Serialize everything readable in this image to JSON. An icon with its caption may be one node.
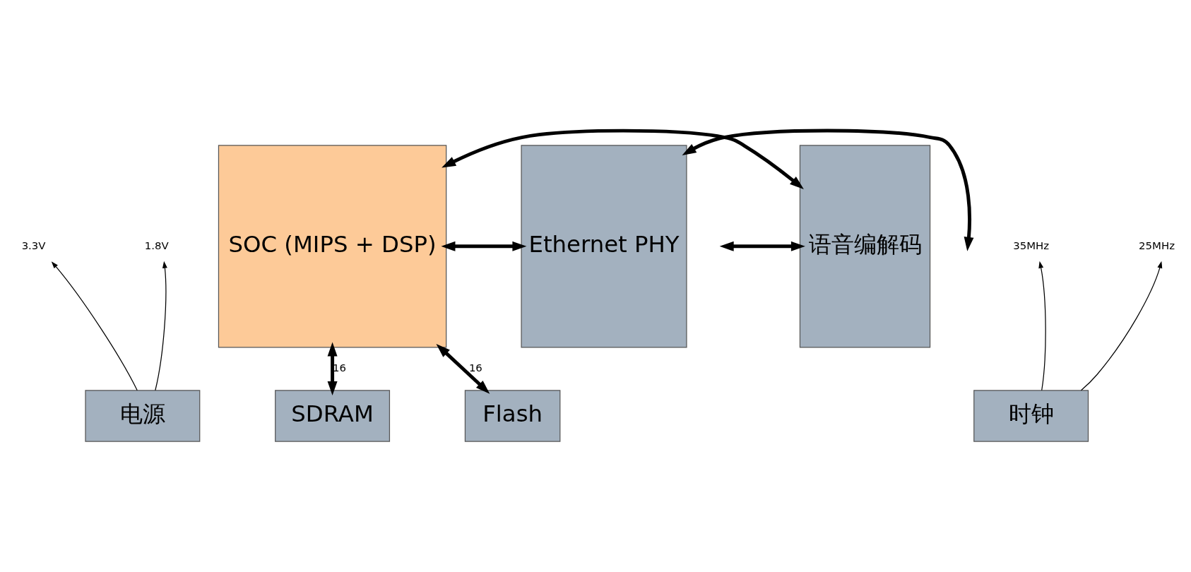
{
  "diagram": {
    "nodes": [
      {
        "text": [
          "语音编解码"
        ]
      },
      {
        "text": [
          "SOC (MIPS + DSP)"
        ]
      },
      {
        "text": [
          "Ethernet PHY"
        ]
      },
      {
        "text": [
          "电源"
        ]
      },
      {
        "text": [
          "SDRAM"
        ]
      },
      {
        "text": [
          "Flash"
        ]
      },
      {
        "text": [
          "时钟"
        ]
      },
      {
        "text": [
          "3.3V"
        ]
      },
      {
        "text": [
          "1.8V"
        ]
      },
      {
        "text": [
          "35MHz"
        ]
      },
      {
        "text": [
          "25MHz"
        ]
      }
    ],
    "edges": [
      {
        "from": null,
        "to": 0,
        "arrow": "both"
      },
      {
        "from": 0,
        "to": 1,
        "arrow": "both"
      },
      {
        "from": 1,
        "to": 2,
        "arrow": "both"
      },
      {
        "from": 2,
        "to": null,
        "arrow": "both"
      },
      {
        "from": 1,
        "to": 4,
        "arrow": "both",
        "label": "16"
      },
      {
        "from": 1,
        "to": 5,
        "arrow": "both",
        "label": "16"
      },
      {
        "from": 3,
        "to": 7,
        "arrow": "to"
      },
      {
        "from": 3,
        "to": 8,
        "arrow": "to"
      },
      {
        "from": 6,
        "to": 9,
        "arrow": "to"
      },
      {
        "from": 6,
        "to": 10,
        "arrow": "to"
      }
    ]
  }
}
